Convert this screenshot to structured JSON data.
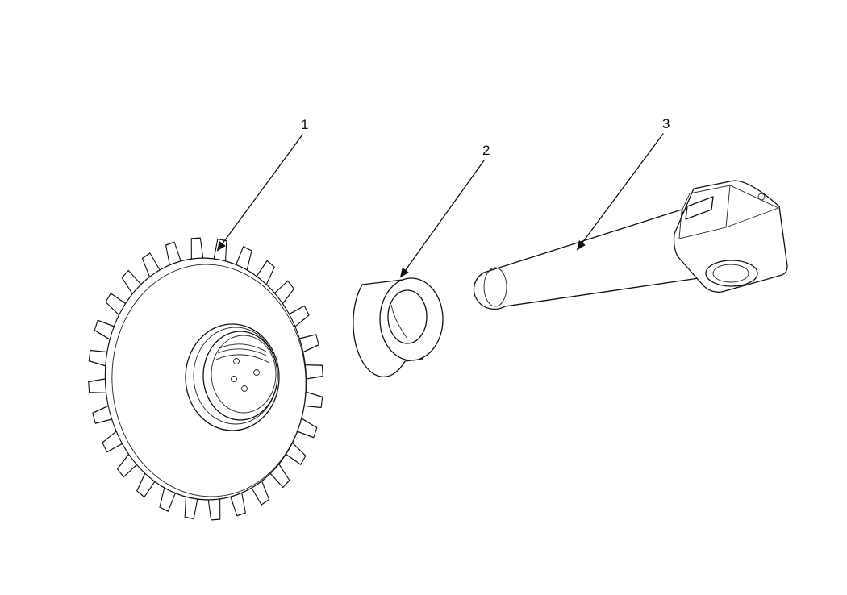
{
  "diagram": {
    "parts": [
      {
        "callout": "1",
        "icon": "gear-icon"
      },
      {
        "callout": "2",
        "icon": "bushing-icon"
      },
      {
        "callout": "3",
        "icon": "shaft-icon"
      }
    ]
  }
}
